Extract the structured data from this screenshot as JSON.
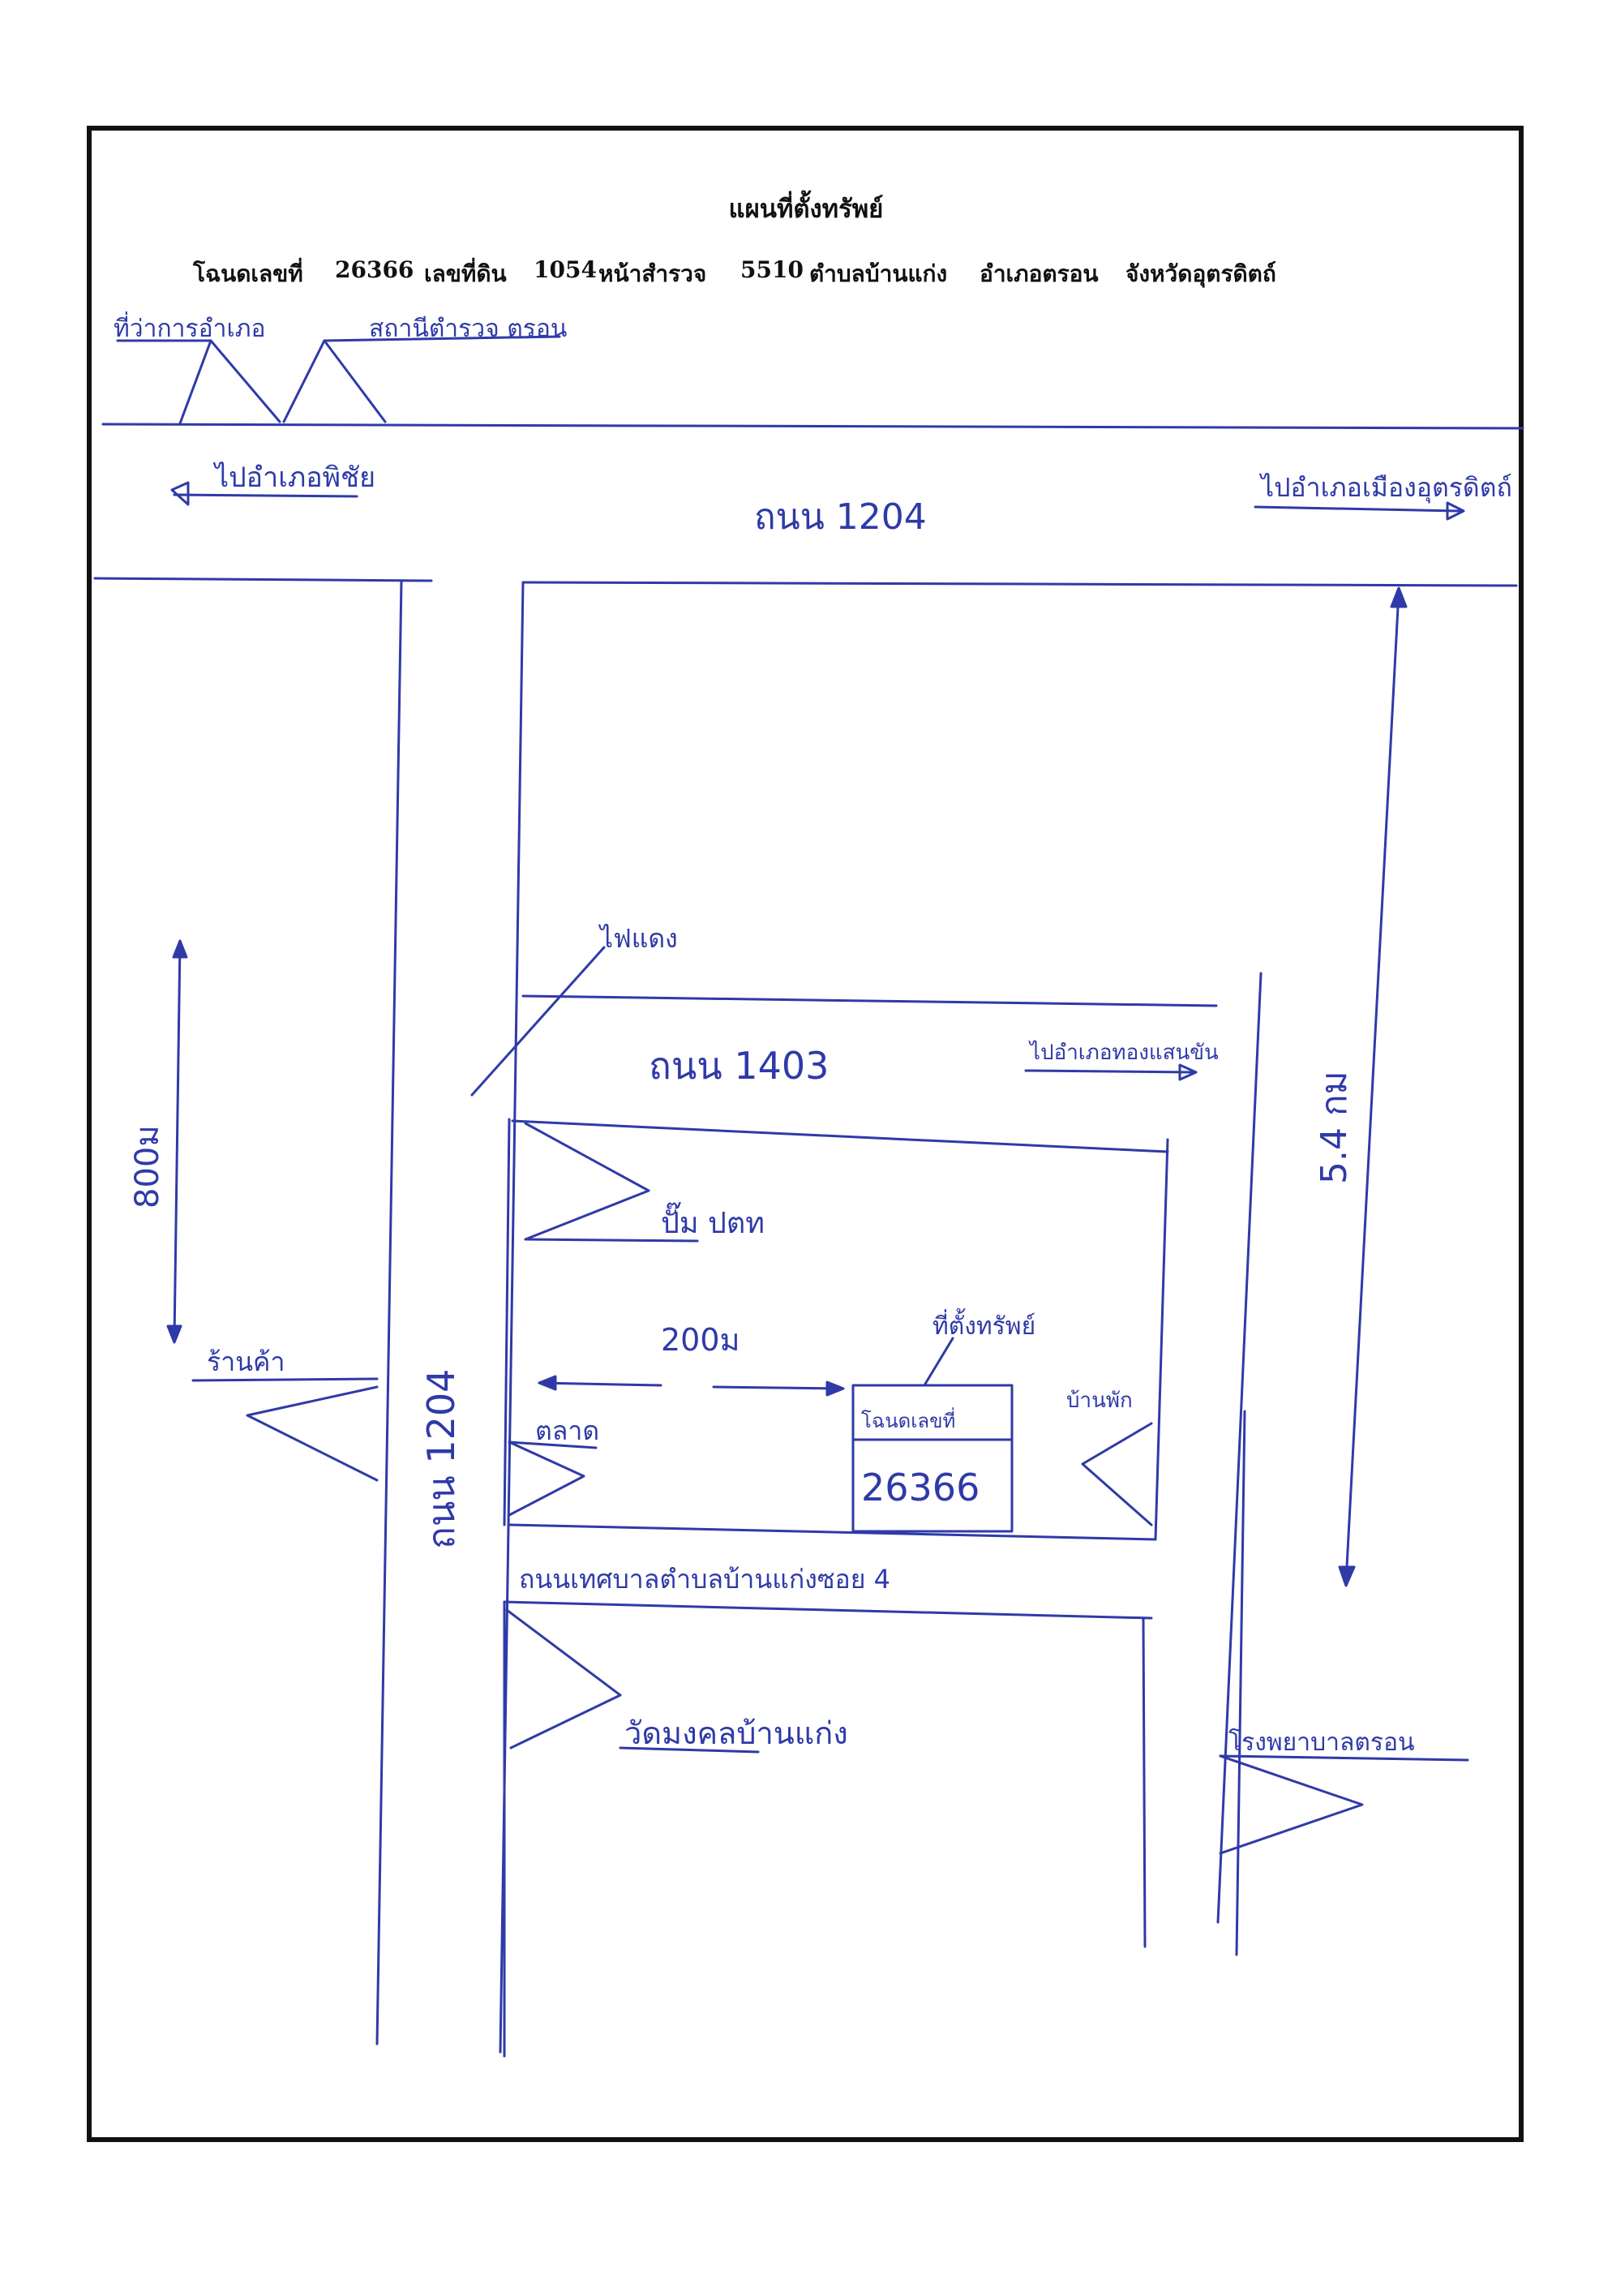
{
  "header": {
    "title": "แผนที่ตั้งทรัพย์",
    "deed_label": "โฉนดเลขที่",
    "deed_no": "26366",
    "land_label": "เลขที่ดิน",
    "land_no": "1054",
    "survey_label": "หน้าสำรวจ",
    "survey_no": "5510",
    "subdistrict": "ตำบลบ้านแก่ง",
    "district": "อำเภอตรอน",
    "province": "จังหวัดอุตรดิตถ์"
  },
  "map": {
    "top_road_label": "ถนน 1204",
    "left_road_label": "ถนน 1204",
    "middle_road_label": "ถนน 1403",
    "bottom_road_label": "ถนนเทศบาลตำบลบ้านแก่งซอย 4",
    "direction_left": "ไปอำเภอพิชัย",
    "direction_right": "ไปอำเภอเมืองอุตรดิตถ์",
    "direction_middle": "ไปอำเภอทองแสนขัน",
    "landmark_top_left_1": "ที่ว่าการอำเภอ",
    "landmark_top_left_2": "สถานีตำรวจ ตรอน",
    "landmark_rail": "ไฟแดง",
    "landmark_pump": "ปั๊ม ปตท",
    "landmark_shop": "ร้านค้า",
    "landmark_market": "ตลาด",
    "landmark_house": "บ้านพัก",
    "landmark_temple": "วัดมงคลบ้านแก่ง",
    "landmark_hospital": "โรงพยาบาลตรอน",
    "subject_label": "ที่ตั้งทรัพย์",
    "subject_deed": "โฉนดเลขที่",
    "subject_no": "26366",
    "dist_vertical_left": "800ม",
    "dist_horizontal": "200ม",
    "dist_vertical_right": "5.4 กม"
  }
}
